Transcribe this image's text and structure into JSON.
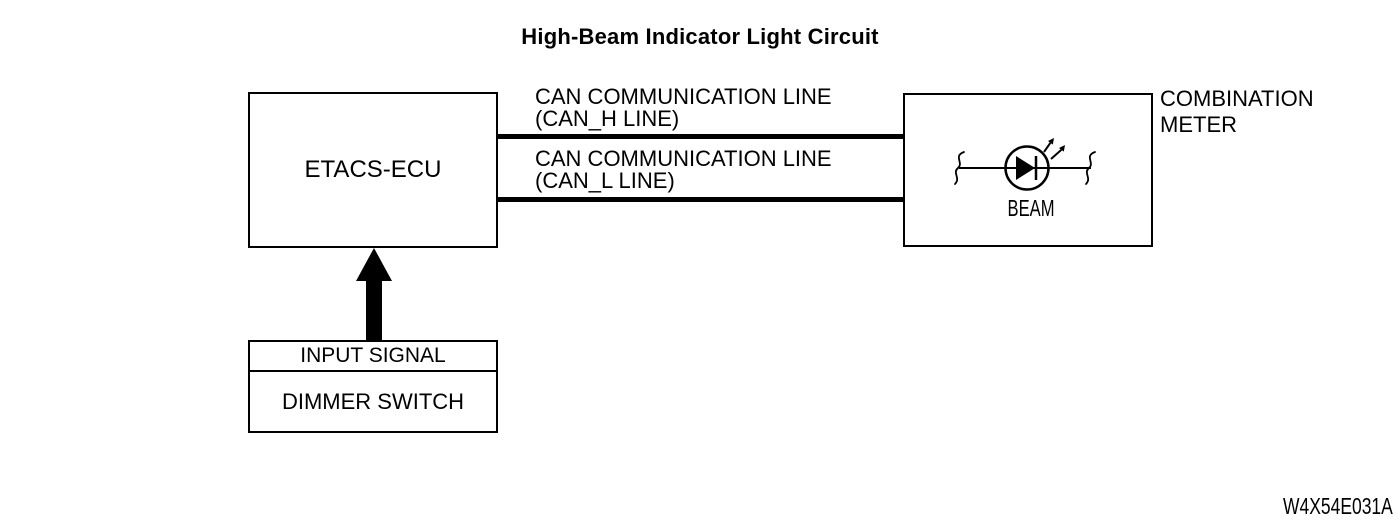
{
  "title": "High-Beam Indicator Light Circuit",
  "figure_code": "W4X54E031A",
  "colors": {
    "foreground": "#000000",
    "background": "#ffffff"
  },
  "blocks": {
    "etacs_ecu": {
      "label": "ETACS-ECU"
    },
    "combination_meter": {
      "label": "COMBINATION METER",
      "indicator_label": "BEAM"
    },
    "input_signal": {
      "label": "INPUT SIGNAL"
    },
    "dimmer_switch": {
      "label": "DIMMER SWITCH"
    }
  },
  "connections": {
    "can_h": {
      "line1": "CAN COMMUNICATION LINE",
      "line2": "(CAN_H LINE)"
    },
    "can_l": {
      "line1": "CAN COMMUNICATION LINE",
      "line2": "(CAN_L LINE)"
    }
  },
  "icons": {
    "led_indicator": "led-diode-with-emission-arrows",
    "signal_arrow": "thick-up-arrow",
    "wire_break": "s-curve-break-mark"
  }
}
